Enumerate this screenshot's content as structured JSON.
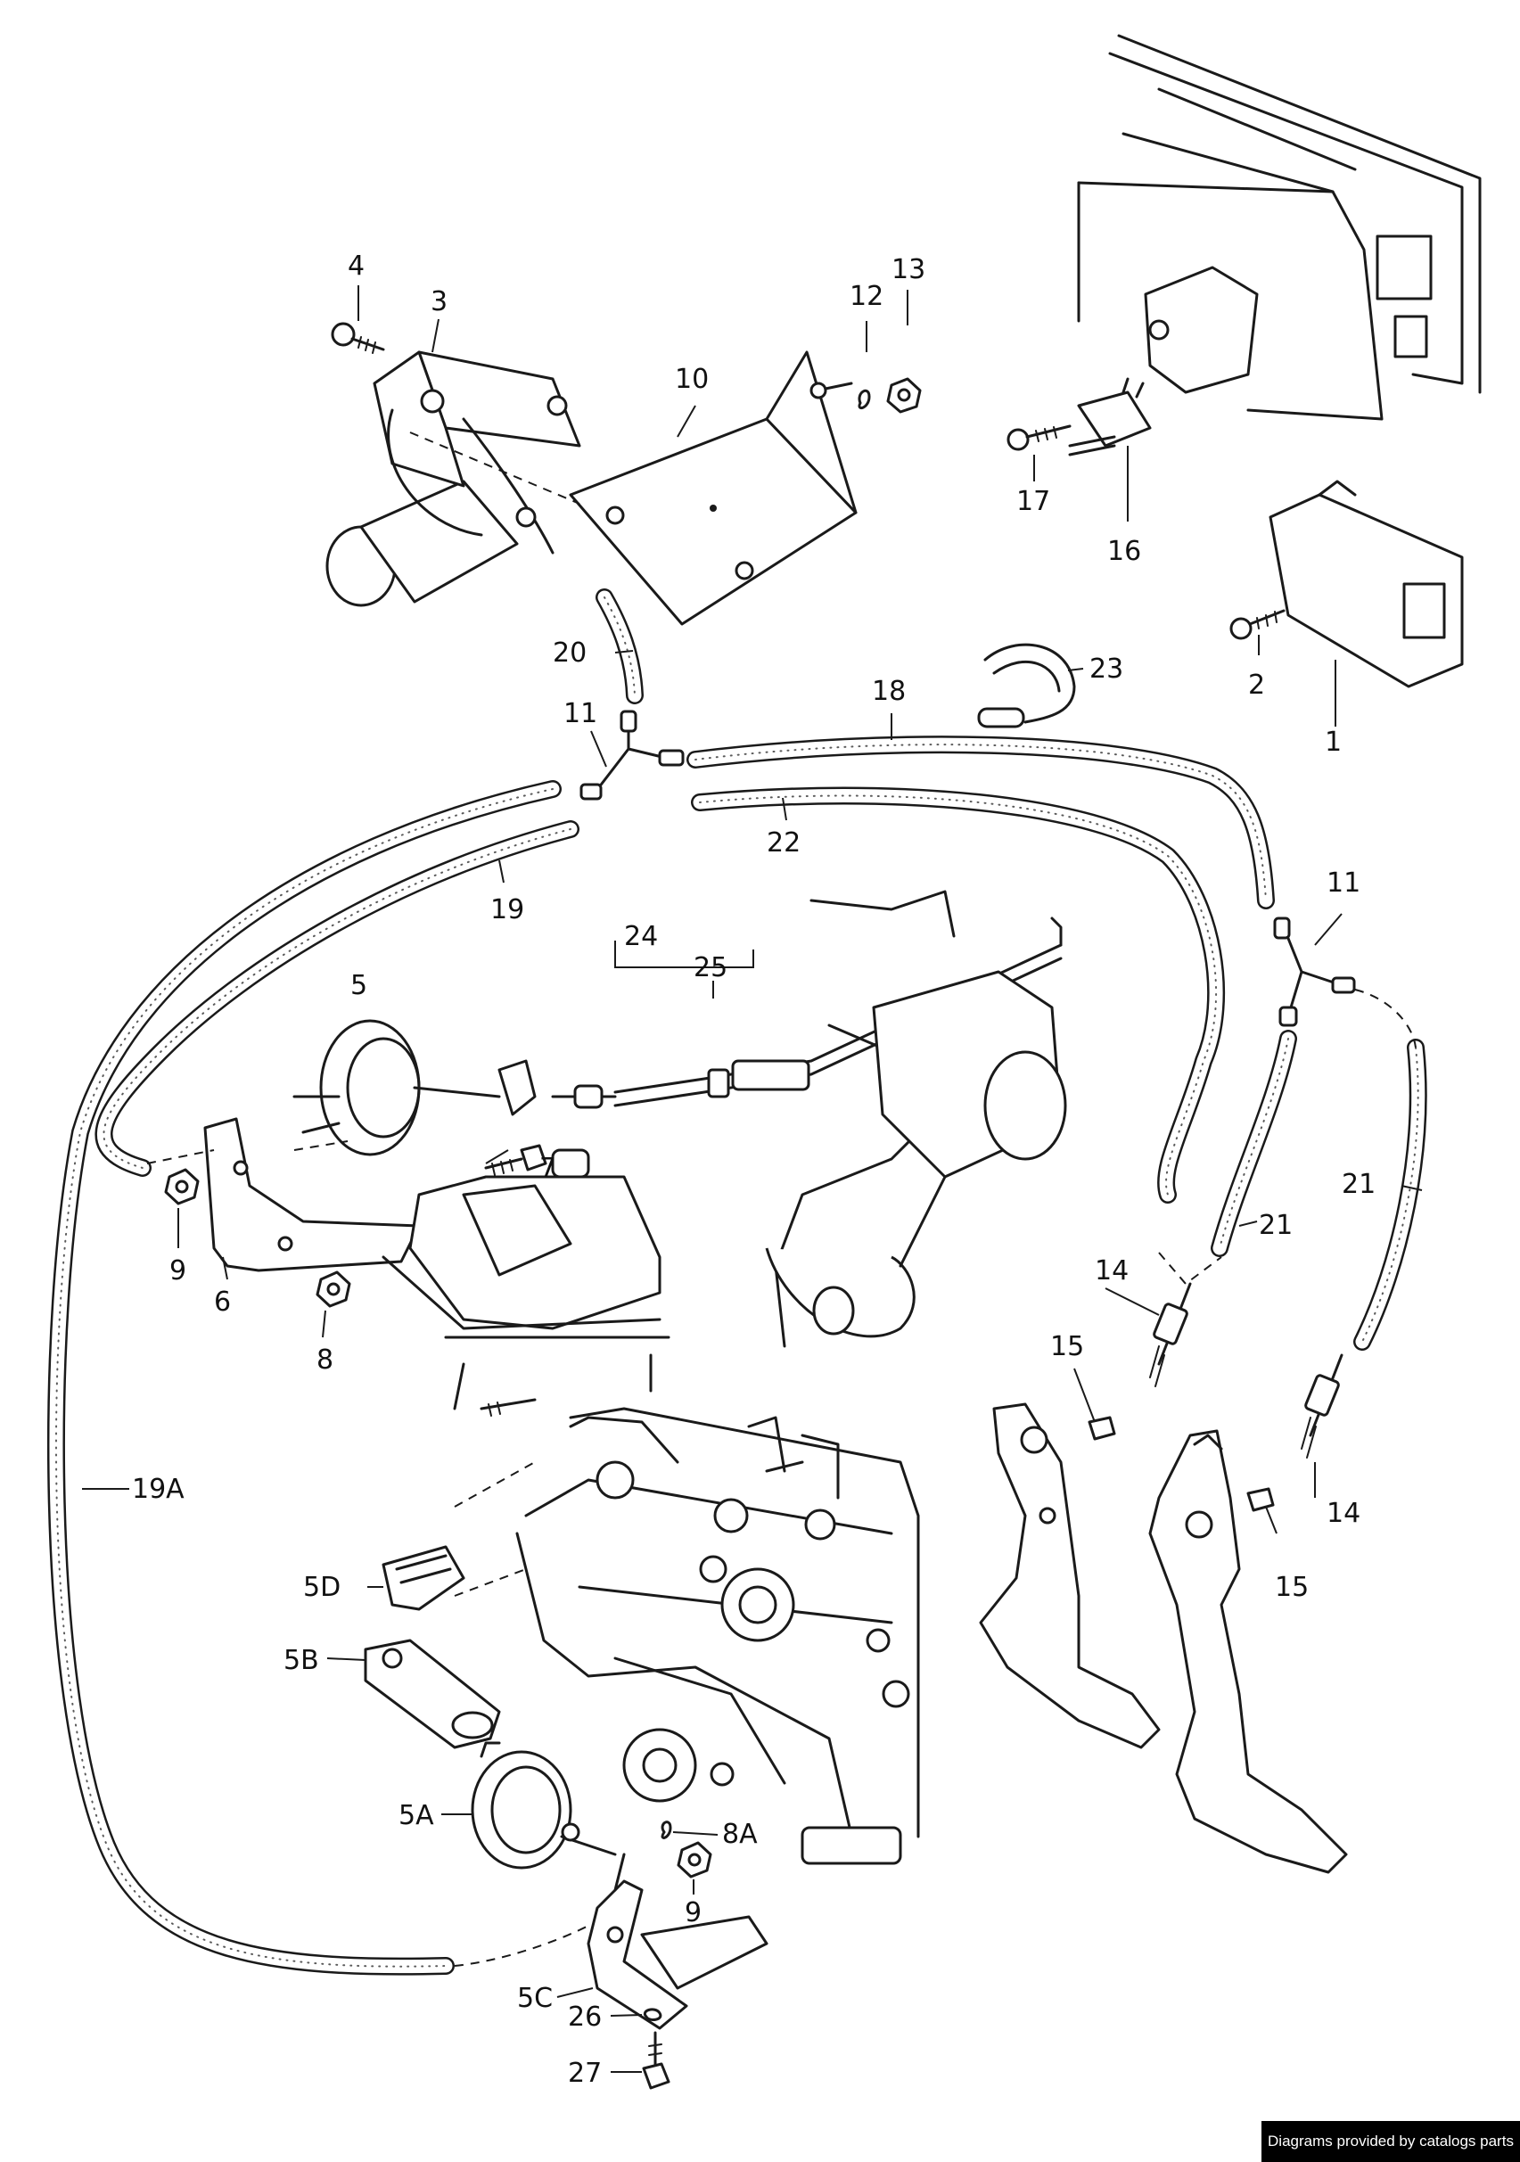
{
  "callouts": {
    "c1": "1",
    "c2": "2",
    "c3": "3",
    "c4": "4",
    "c5": "5",
    "c5A": "5A",
    "c5B": "5B",
    "c5C": "5C",
    "c5D": "5D",
    "c6": "6",
    "c7": "7",
    "c8": "8",
    "c8A": "8A",
    "c9a": "9",
    "c9b": "9",
    "c10": "10",
    "c11a": "11",
    "c11b": "11",
    "c12": "12",
    "c13": "13",
    "c14a": "14",
    "c14b": "14",
    "c15a": "15",
    "c15b": "15",
    "c16": "16",
    "c17": "17",
    "c18": "18",
    "c19": "19",
    "c19A": "19A",
    "c20": "20",
    "c21a": "21",
    "c21b": "21",
    "c22": "22",
    "c23": "23",
    "c24": "24",
    "c25": "25",
    "c26": "26",
    "c27": "27"
  },
  "footer": {
    "credit": "Diagrams provided by catalogs parts"
  }
}
